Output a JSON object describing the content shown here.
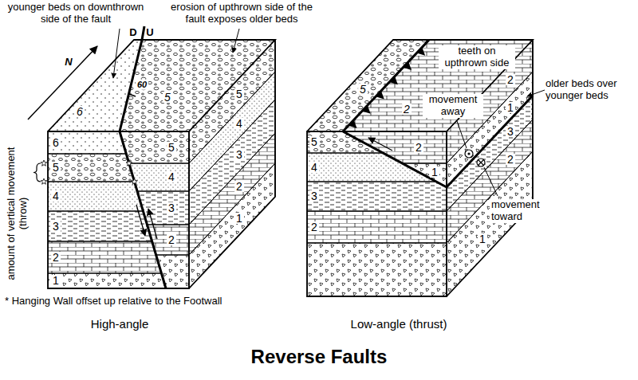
{
  "diagram": {
    "title": "Reverse Faults",
    "labels": [
      "younger beds on downthrown side of the fault",
      "erosion of upthrown side of the fault exposes older beds",
      "N",
      "D",
      "U",
      "6",
      "5",
      "60",
      "amount of vertical movement (throw)",
      "6",
      "5",
      "4",
      "3",
      "2",
      "1",
      "5",
      "4",
      "3",
      "2",
      "5",
      "4",
      "3",
      "2",
      "1",
      "* Hanging Wall offset up relative to the Footwall",
      "High-angle",
      "teeth on upthrown side",
      "5",
      "2",
      "movement away",
      "older beds over younger beds",
      "movement toward",
      "5",
      "4",
      "3",
      "2",
      "2",
      "1",
      "2",
      "1",
      "3",
      "2",
      "1",
      "Low-angle (thrust)"
    ]
  }
}
